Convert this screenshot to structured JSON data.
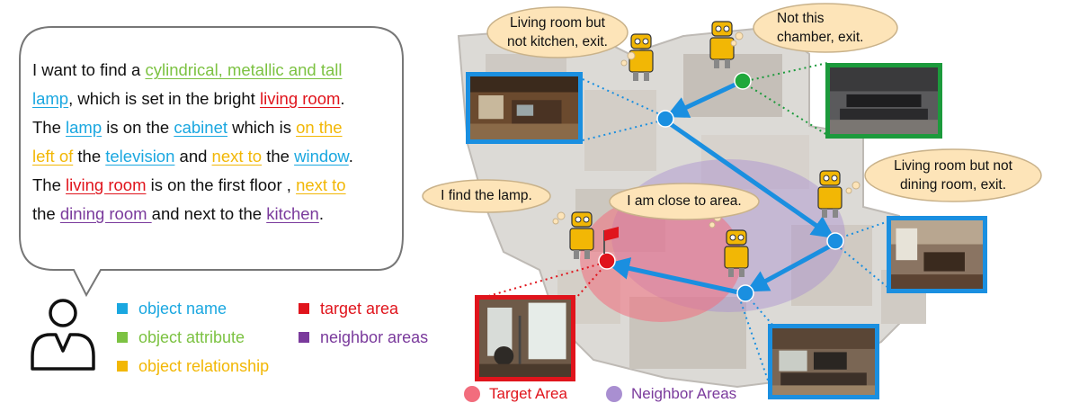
{
  "instruction": {
    "l1a": "I want to find a ",
    "l1b": "cylindrical, metallic and tall",
    "l2a": "lamp",
    "l2b": ", which is set in the bright ",
    "l2c": "living room",
    "l2d": ".",
    "l3a": "The ",
    "l3b": "lamp",
    "l3c": " is on the ",
    "l3d": "cabinet",
    "l3e": " which is ",
    "l3f": "on the",
    "l4a": "left of",
    "l4b": " the ",
    "l4c": "television",
    "l4d": " and ",
    "l4e": "next to",
    "l4f": " the ",
    "l4g": "window",
    "l4h": ".",
    "l5a": "The ",
    "l5b": "living room",
    "l5c": " is on the first floor , ",
    "l5d": "next to",
    "l6a": "the ",
    "l6b": "dining room ",
    "l6c": "and next to the ",
    "l6d": "kitchen",
    "l6e": "."
  },
  "legend": {
    "object_name": "object name",
    "object_attribute": "object attribute",
    "object_relationship": "object relationship",
    "target_area": "target area",
    "neighbor_areas": "neighbor areas"
  },
  "colors": {
    "object_name": "#1aa7e0",
    "object_attribute": "#7cc242",
    "object_relationship": "#f2b705",
    "target_area": "#e0141c",
    "neighbor_areas": "#7a3a9c",
    "target_region": "#f26d7d",
    "neighbor_region": "#a98fd1",
    "path": "#1a8fe0"
  },
  "thoughts": {
    "t1_l1": "Living room but",
    "t1_l2": "not kitchen, exit.",
    "t2_l1": "Not this",
    "t2_l2": "chamber, exit.",
    "t3_l1": "Living room but not",
    "t3_l2": "dining room, exit.",
    "t4": "I find the lamp.",
    "t5": "I am close to area."
  },
  "bottom_legend": {
    "target": "Target Area",
    "neighbor": "Neighbor Areas"
  }
}
